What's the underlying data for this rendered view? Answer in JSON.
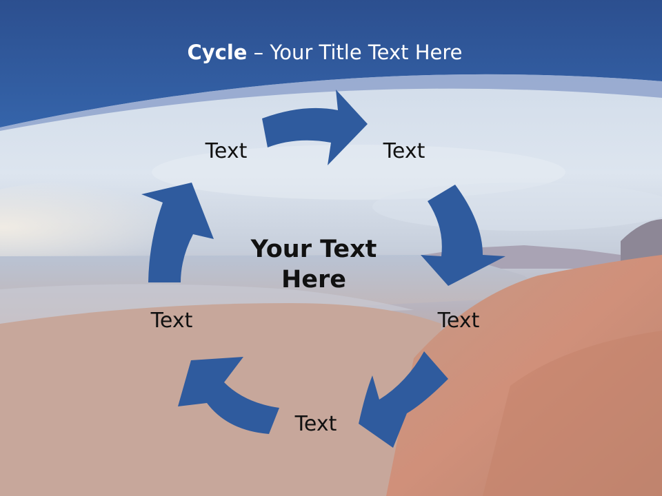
{
  "slide": {
    "title_bold": "Cycle",
    "title_rest": " – Your Title Text Here"
  },
  "diagram": {
    "center_text": "Your Text Here",
    "node_labels": [
      "Text",
      "Text",
      "Text",
      "Text",
      "Text"
    ],
    "arrow_color": "#2f5b9e"
  },
  "colors": {
    "header_blue": "#2f5b9e",
    "arc_light": "#8fa3cc"
  }
}
